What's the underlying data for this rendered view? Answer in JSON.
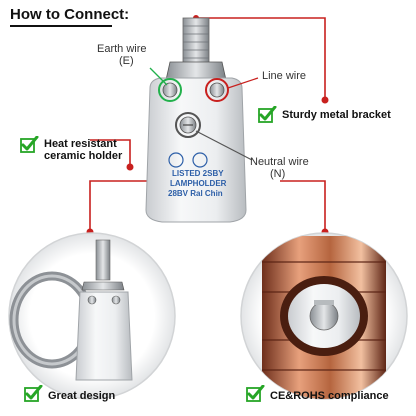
{
  "title": "How to Connect:",
  "labels": {
    "earth_wire": "Earth wire",
    "earth_wire_code": "(E)",
    "line_wire": "Line wire",
    "neutral_wire": "Neutral wire",
    "neutral_wire_code": "(N)"
  },
  "product_text": {
    "line1": "LISTED 2SBY",
    "line2": "LAMPHOLDER",
    "line3": "28BV Ral Chin"
  },
  "features": {
    "bracket": "Sturdy metal bracket",
    "ceramic_line1": "Heat resistant",
    "ceramic_line2": "ceramic holder",
    "design": "Great design",
    "compliance": "CE&ROHS compliance"
  },
  "colors": {
    "accent_red": "#c8201e",
    "check_green": "#26a526",
    "earth_marker": "#22b14c",
    "copper": "#b5653f"
  }
}
